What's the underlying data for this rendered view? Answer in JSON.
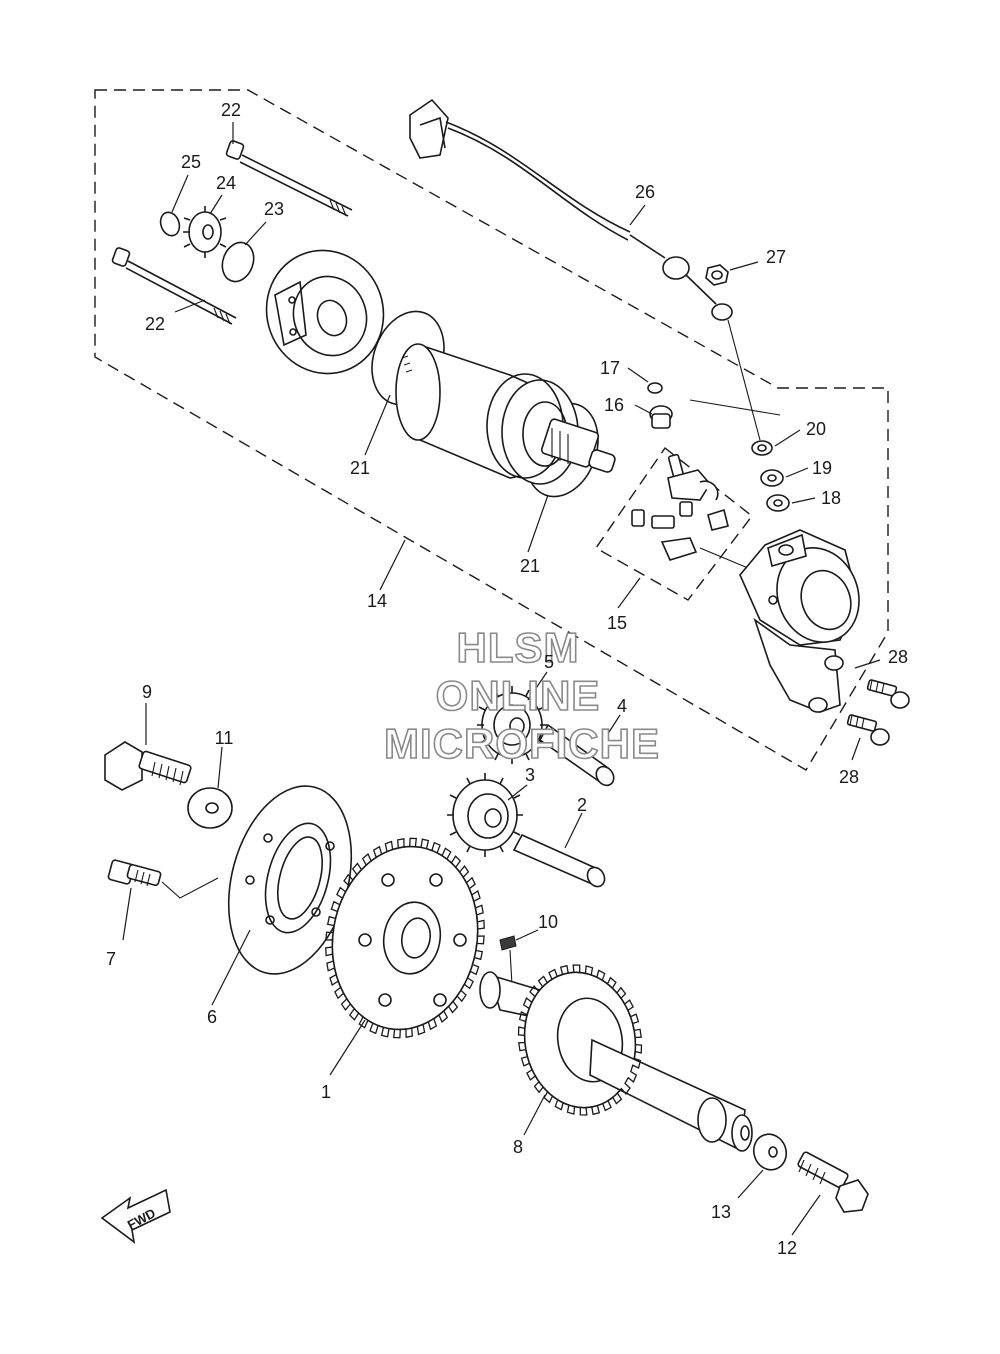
{
  "watermark": {
    "line1": "HLSM",
    "line2": "ONLINE",
    "line3": "MICROFICHE"
  },
  "direction_arrow": {
    "text": "FWD"
  },
  "callouts": [
    {
      "id": "c1",
      "text": "1"
    },
    {
      "id": "c2",
      "text": "2"
    },
    {
      "id": "c3",
      "text": "3"
    },
    {
      "id": "c4",
      "text": "4"
    },
    {
      "id": "c5",
      "text": "5"
    },
    {
      "id": "c6",
      "text": "6"
    },
    {
      "id": "c7",
      "text": "7"
    },
    {
      "id": "c8",
      "text": "8"
    },
    {
      "id": "c9",
      "text": "9"
    },
    {
      "id": "c10",
      "text": "10"
    },
    {
      "id": "c11",
      "text": "11"
    },
    {
      "id": "c12",
      "text": "12"
    },
    {
      "id": "c13",
      "text": "13"
    },
    {
      "id": "c14",
      "text": "14"
    },
    {
      "id": "c15",
      "text": "15"
    },
    {
      "id": "c16",
      "text": "16"
    },
    {
      "id": "c17",
      "text": "17"
    },
    {
      "id": "c18",
      "text": "18"
    },
    {
      "id": "c19",
      "text": "19"
    },
    {
      "id": "c20",
      "text": "20"
    },
    {
      "id": "c21a",
      "text": "21"
    },
    {
      "id": "c21b",
      "text": "21"
    },
    {
      "id": "c22a",
      "text": "22"
    },
    {
      "id": "c22b",
      "text": "22"
    },
    {
      "id": "c23",
      "text": "23"
    },
    {
      "id": "c24",
      "text": "24"
    },
    {
      "id": "c25",
      "text": "25"
    },
    {
      "id": "c26",
      "text": "26"
    },
    {
      "id": "c27",
      "text": "27"
    },
    {
      "id": "c28a",
      "text": "28"
    },
    {
      "id": "c28b",
      "text": "28"
    }
  ]
}
